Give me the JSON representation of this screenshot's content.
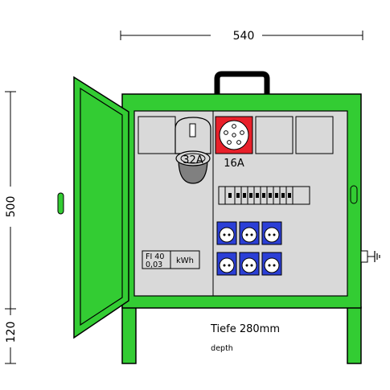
{
  "dimensions": {
    "width": "540",
    "height": "500",
    "legs": "120"
  },
  "labels": {
    "cee_32a": "32A",
    "cee_16a": "16A",
    "fi_line1": "FI 40",
    "fi_line2": "0,03",
    "kwh": "kWh",
    "depth_de": "Tiefe 280mm",
    "depth_en": "depth"
  },
  "colors": {
    "cabinet_green": "#33cc33",
    "outline": "#000000",
    "panel_grey": "#d9d9d9",
    "socket_blue": "#2b3fd6",
    "cee_red": "#e8202a"
  },
  "icons": {
    "ground": "ground-symbol-icon",
    "handle": "carry-handle-icon"
  }
}
